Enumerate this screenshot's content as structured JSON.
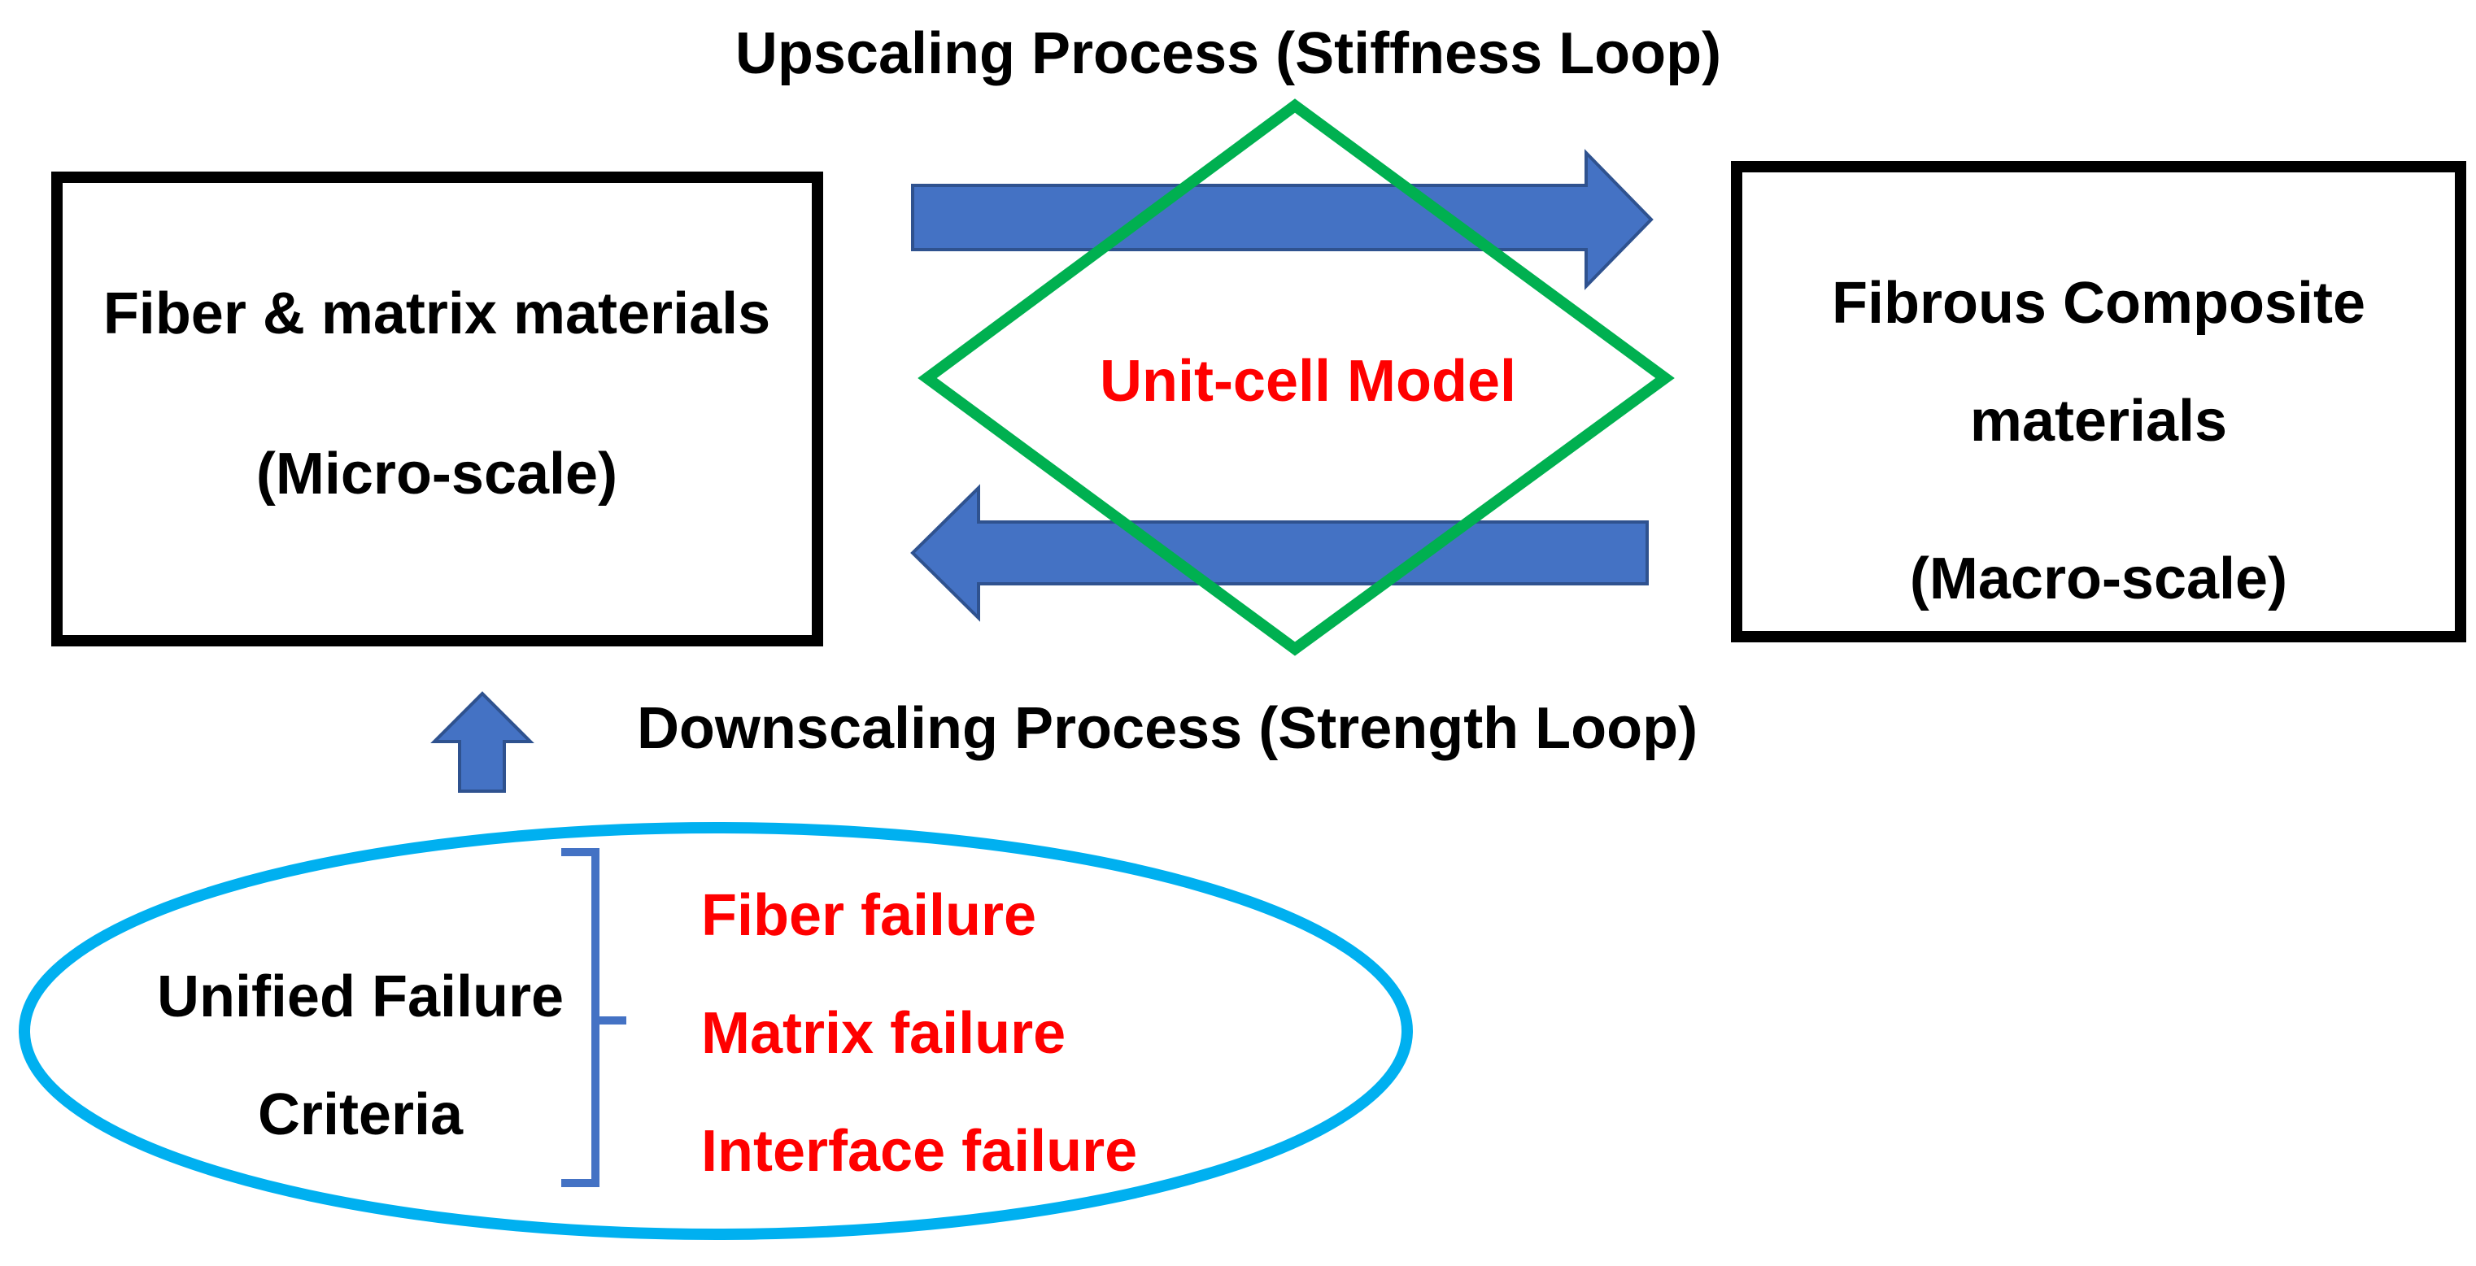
{
  "labels": {
    "upscaling": "Upscaling Process (Stiffness Loop)",
    "downscaling": "Downscaling Process (Strength Loop)"
  },
  "micro_box": {
    "line1": "Fiber & matrix materials",
    "line2": "(Micro-scale)"
  },
  "macro_box": {
    "line1": "Fibrous Composite",
    "line2": "materials",
    "line3": "(Macro-scale)"
  },
  "unit_cell": {
    "label": "Unit-cell Model"
  },
  "criteria": {
    "line1": "Unified Failure",
    "line2": "Criteria",
    "items": [
      "Fiber failure",
      "Matrix failure",
      "Interface failure"
    ]
  },
  "colors": {
    "arrow_fill": "#4472C4",
    "arrow_stroke": "#2F528F",
    "diamond": "#00B050",
    "ellipse": "#00B0F0",
    "red_text": "#FF0000",
    "box_border": "#000000",
    "brace": "#4472C4"
  }
}
